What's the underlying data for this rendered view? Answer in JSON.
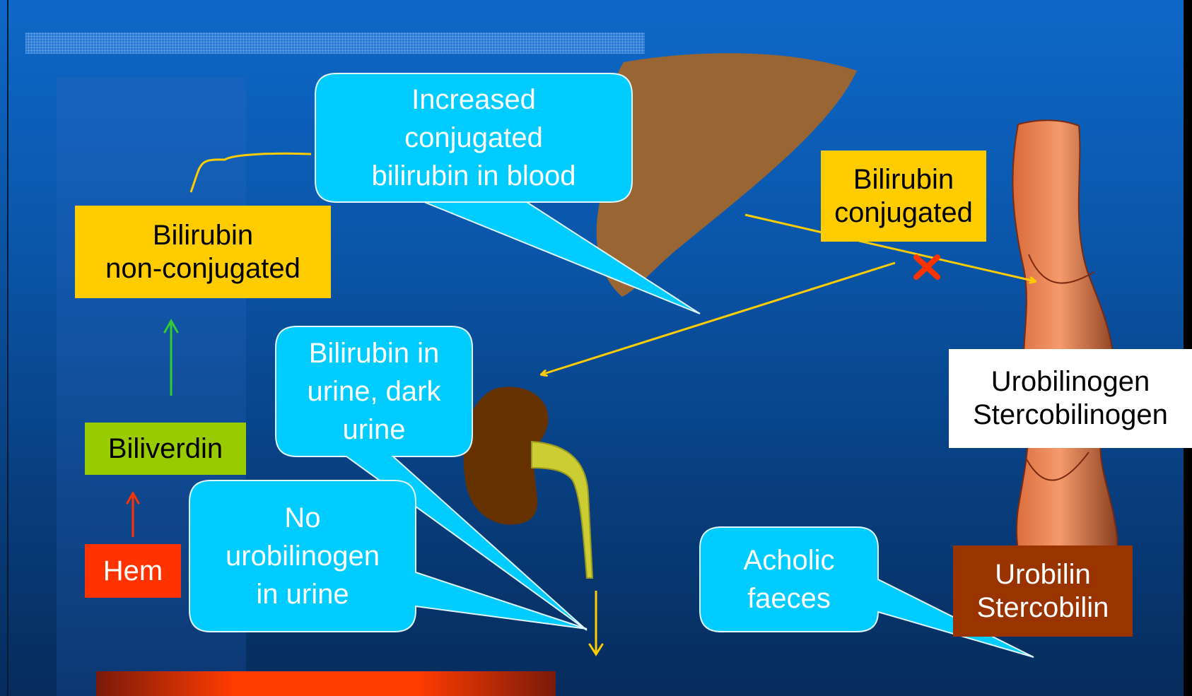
{
  "colors": {
    "background": "#0a56aa",
    "callout_fill": "#00ccff",
    "bilirubin_box": "#ffcc00",
    "biliverdin_box": "#99cc00",
    "hem_box": "#ff3300",
    "urobilin_box": "#993300",
    "liver": "#996633",
    "kidney": "#663300",
    "intestine": "#ee8a5e",
    "pathway_arrow": "#ffcc00",
    "green_arrow": "#33cc33",
    "red_arrow": "#ff3300",
    "block_mark": "#ff3300"
  },
  "labels": {
    "bilirubin_nonconjugated": "Bilirubin\nnon-conjugated",
    "biliverdin": "Biliverdin",
    "hem": "Hem",
    "bilirubin_conjugated": "Bilirubin\nconjugated",
    "urobilinogen_stercobilinogen": "Urobilinogen\nStercobilinogen",
    "urobilin_stercobilin": "Urobilin\nStercobilin"
  },
  "callouts": {
    "increased_conjugated": "Increased\nconjugated\nbilirubin in blood",
    "bilirubin_in_urine": "Bilirubin in\nurine, dark\nurine",
    "no_urobilinogen": "No\nurobilinogen\nin urine",
    "acholic_faeces": "Acholic\nfaeces"
  },
  "icons": {
    "block": "cross-mark-icon"
  }
}
